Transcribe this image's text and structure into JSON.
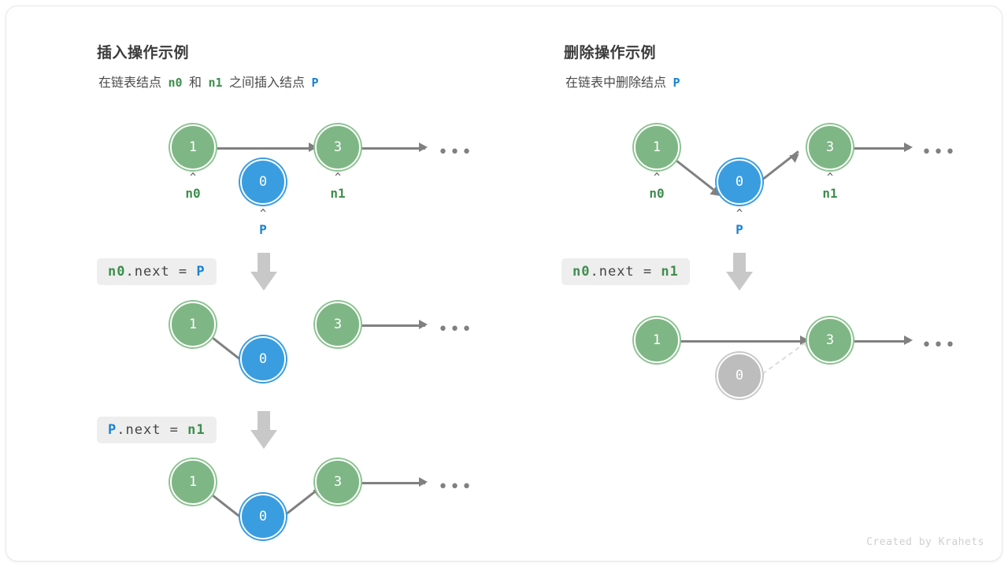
{
  "credit": "Created by Krahets",
  "colors": {
    "green": "#7fb685",
    "green_label": "#3e8e4e",
    "blue": "#3a9de0",
    "blue_label": "#1a82d2",
    "gray_node": "#bdbdbd",
    "edge": "#808080",
    "chip_bg": "#eeeeee",
    "arrow_gray": "#c8c8c8"
  },
  "panels": {
    "insert": {
      "title": "插入操作示例",
      "subtitle": {
        "p1": "在链表结点",
        "t1": "n0",
        "p2": "和",
        "t2": "n1",
        "p3": "之间插入结点",
        "t3": "P"
      },
      "steps": [
        {
          "chip": {
            "v1": "n0",
            "mid": ".next = ",
            "v2": "P"
          },
          "nodes": [
            {
              "value": "1",
              "kind": "green"
            },
            {
              "value": "0",
              "kind": "blue"
            },
            {
              "value": "3",
              "kind": "green"
            }
          ]
        },
        {
          "chip": {
            "v1": "P",
            "mid": ".next = ",
            "v2": "n1"
          },
          "nodes": [
            {
              "value": "1",
              "kind": "green"
            },
            {
              "value": "0",
              "kind": "blue"
            },
            {
              "value": "3",
              "kind": "green"
            }
          ]
        }
      ],
      "pointers": [
        {
          "caret": "^",
          "label": "n0",
          "kind": "green"
        },
        {
          "caret": "^",
          "label": "P",
          "kind": "blue"
        },
        {
          "caret": "^",
          "label": "n1",
          "kind": "green"
        }
      ],
      "ellipsis": "•••"
    },
    "delete": {
      "title": "删除操作示例",
      "subtitle": {
        "p1": "在链表中删除结点",
        "t1": "P"
      },
      "steps": [
        {
          "chip": {
            "v1": "n0",
            "mid": ".next = ",
            "v2": "n1"
          },
          "nodes": [
            {
              "value": "1",
              "kind": "green"
            },
            {
              "value": "0",
              "kind": "blue"
            },
            {
              "value": "3",
              "kind": "green"
            }
          ]
        }
      ],
      "result_nodes": [
        {
          "value": "1",
          "kind": "green"
        },
        {
          "value": "0",
          "kind": "gray"
        },
        {
          "value": "3",
          "kind": "green"
        }
      ],
      "pointers": [
        {
          "caret": "^",
          "label": "n0",
          "kind": "green"
        },
        {
          "caret": "^",
          "label": "P",
          "kind": "blue"
        },
        {
          "caret": "^",
          "label": "n1",
          "kind": "green"
        }
      ],
      "ellipsis": "•••"
    }
  }
}
